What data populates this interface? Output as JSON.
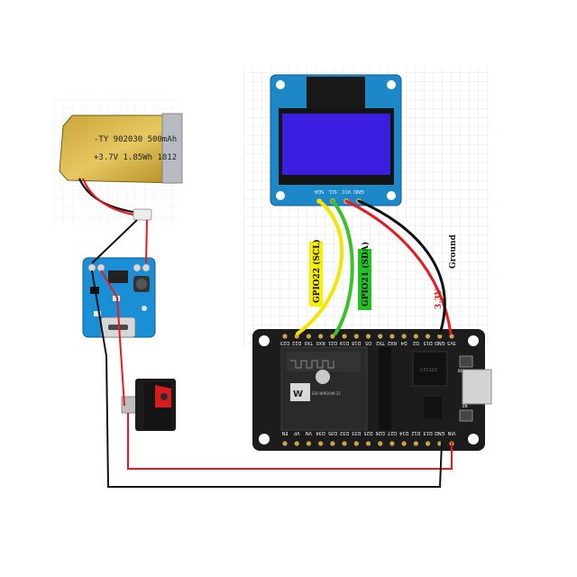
{
  "battery": {
    "line1": "-TY 902030 500mAh",
    "line2": "+3.7V 1.85Wh 1812"
  },
  "oled": {
    "pins": [
      "SDA",
      "SCL",
      "VCC",
      "GND"
    ]
  },
  "esp32": {
    "module_label": "ESP-WROOM-32",
    "top_pins": [
      "3V3",
      "GND",
      "D15",
      "D2",
      "D4",
      "RX2",
      "TX2",
      "D5",
      "D18",
      "D19",
      "D21",
      "RX0",
      "TX0",
      "D22",
      "D23"
    ],
    "bottom_pins": [
      "VIN",
      "GND",
      "D13",
      "D12",
      "D14",
      "D27",
      "D26",
      "D25",
      "D33",
      "D32",
      "D35",
      "D34",
      "VN",
      "VP",
      "EN"
    ],
    "boot_label": "BOOT",
    "en_label": "EN",
    "chip_label": "CP2102"
  },
  "labels": {
    "scl": "GPIO22 (SCL)",
    "sda": "GPIO21 (SDA)",
    "v33": "3.3V",
    "ground": "Ground"
  },
  "colors": {
    "wire_red": "#e8191f",
    "wire_black": "#111111",
    "wire_yellow": "#f2e600",
    "wire_green": "#3cbf2a",
    "label_scl_bg": "#f5ef00",
    "label_sda_bg": "#22c322",
    "oled_pcb": "#1d88c8",
    "oled_screen": "#3a1fe0",
    "charger_pcb": "#1a8fd6",
    "esp_pcb": "#1c1c1c",
    "switch_red": "#d81c1c"
  }
}
